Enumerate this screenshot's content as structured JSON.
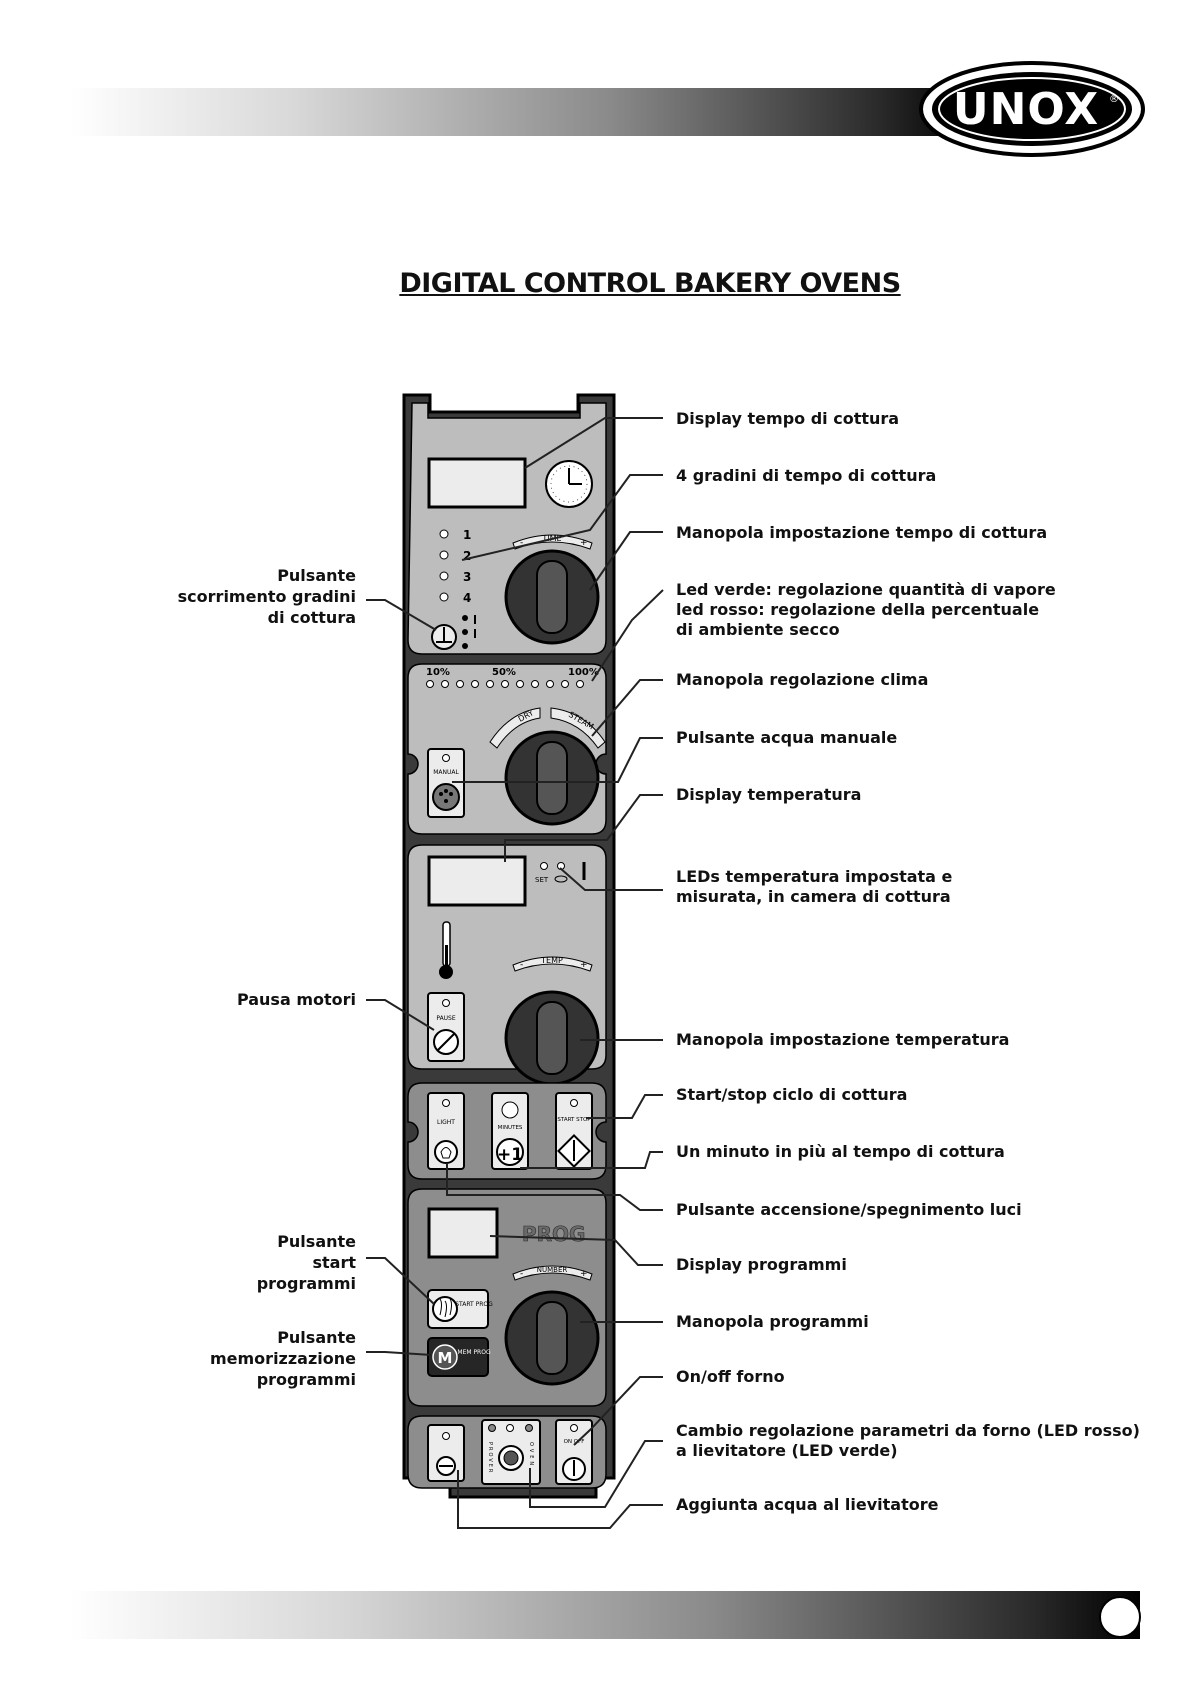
{
  "brand": {
    "logo_text": "UNOX",
    "registered": "®"
  },
  "title": "DIGITAL CONTROL BAKERY OVENS",
  "panel": {
    "steps": [
      "1",
      "2",
      "3",
      "4"
    ],
    "time_label": "TIME",
    "percent_labels": [
      "10%",
      "50%",
      "100%"
    ],
    "dry_label": "DRY",
    "steam_label": "STEAM",
    "manual_label": "MANUAL",
    "set_label": "SET",
    "temp_label": "TEMP",
    "pause_label": "PAUSE",
    "light_label": "LIGHT",
    "minutes_label": "MINUTES",
    "plus_one": "+1",
    "start_stop_label": "START STOP",
    "prog_label": "PROG",
    "number_label": "NUMBER",
    "start_prog_label": "START PROG",
    "mem_prog_label": "MEM PROG",
    "mem_letter": "M",
    "prover_label": "PROVER",
    "oven_label": "OVEN",
    "on_off_label": "ON OFF",
    "minus": "-",
    "plus": "+"
  },
  "callouts_right": [
    {
      "text": "Display tempo di cottura"
    },
    {
      "text": "4 gradini di tempo di cottura"
    },
    {
      "text": "Manopola impostazione tempo di cottura"
    },
    {
      "text": "Led verde: regolazione quantità di vapore\nled rosso: regolazione della percentuale\ndi ambiente secco"
    },
    {
      "text": "Manopola regolazione clima"
    },
    {
      "text": "Pulsante acqua manuale"
    },
    {
      "text": "Display temperatura"
    },
    {
      "text": "LEDs temperatura impostata e\nmisurata, in camera di cottura"
    },
    {
      "text": "Manopola impostazione temperatura"
    },
    {
      "text": "Start/stop ciclo di cottura"
    },
    {
      "text": "Un minuto in più al tempo di cottura"
    },
    {
      "text": "Pulsante accensione/spegnimento luci"
    },
    {
      "text": "Display programmi"
    },
    {
      "text": "Manopola programmi"
    },
    {
      "text": "On/off forno"
    },
    {
      "text": "Cambio regolazione parametri da forno (LED rosso)\na lievitatore (LED verde)"
    },
    {
      "text": "Aggiunta acqua al lievitatore"
    }
  ],
  "callouts_left": [
    {
      "text": "Pulsante\nscorrimento gradini\ndi cottura"
    },
    {
      "text": "Pausa motori"
    },
    {
      "text": "Pulsante\nstart\nprogrammi"
    },
    {
      "text": "Pulsante\nmemorizzazione\nprogrammi"
    }
  ]
}
